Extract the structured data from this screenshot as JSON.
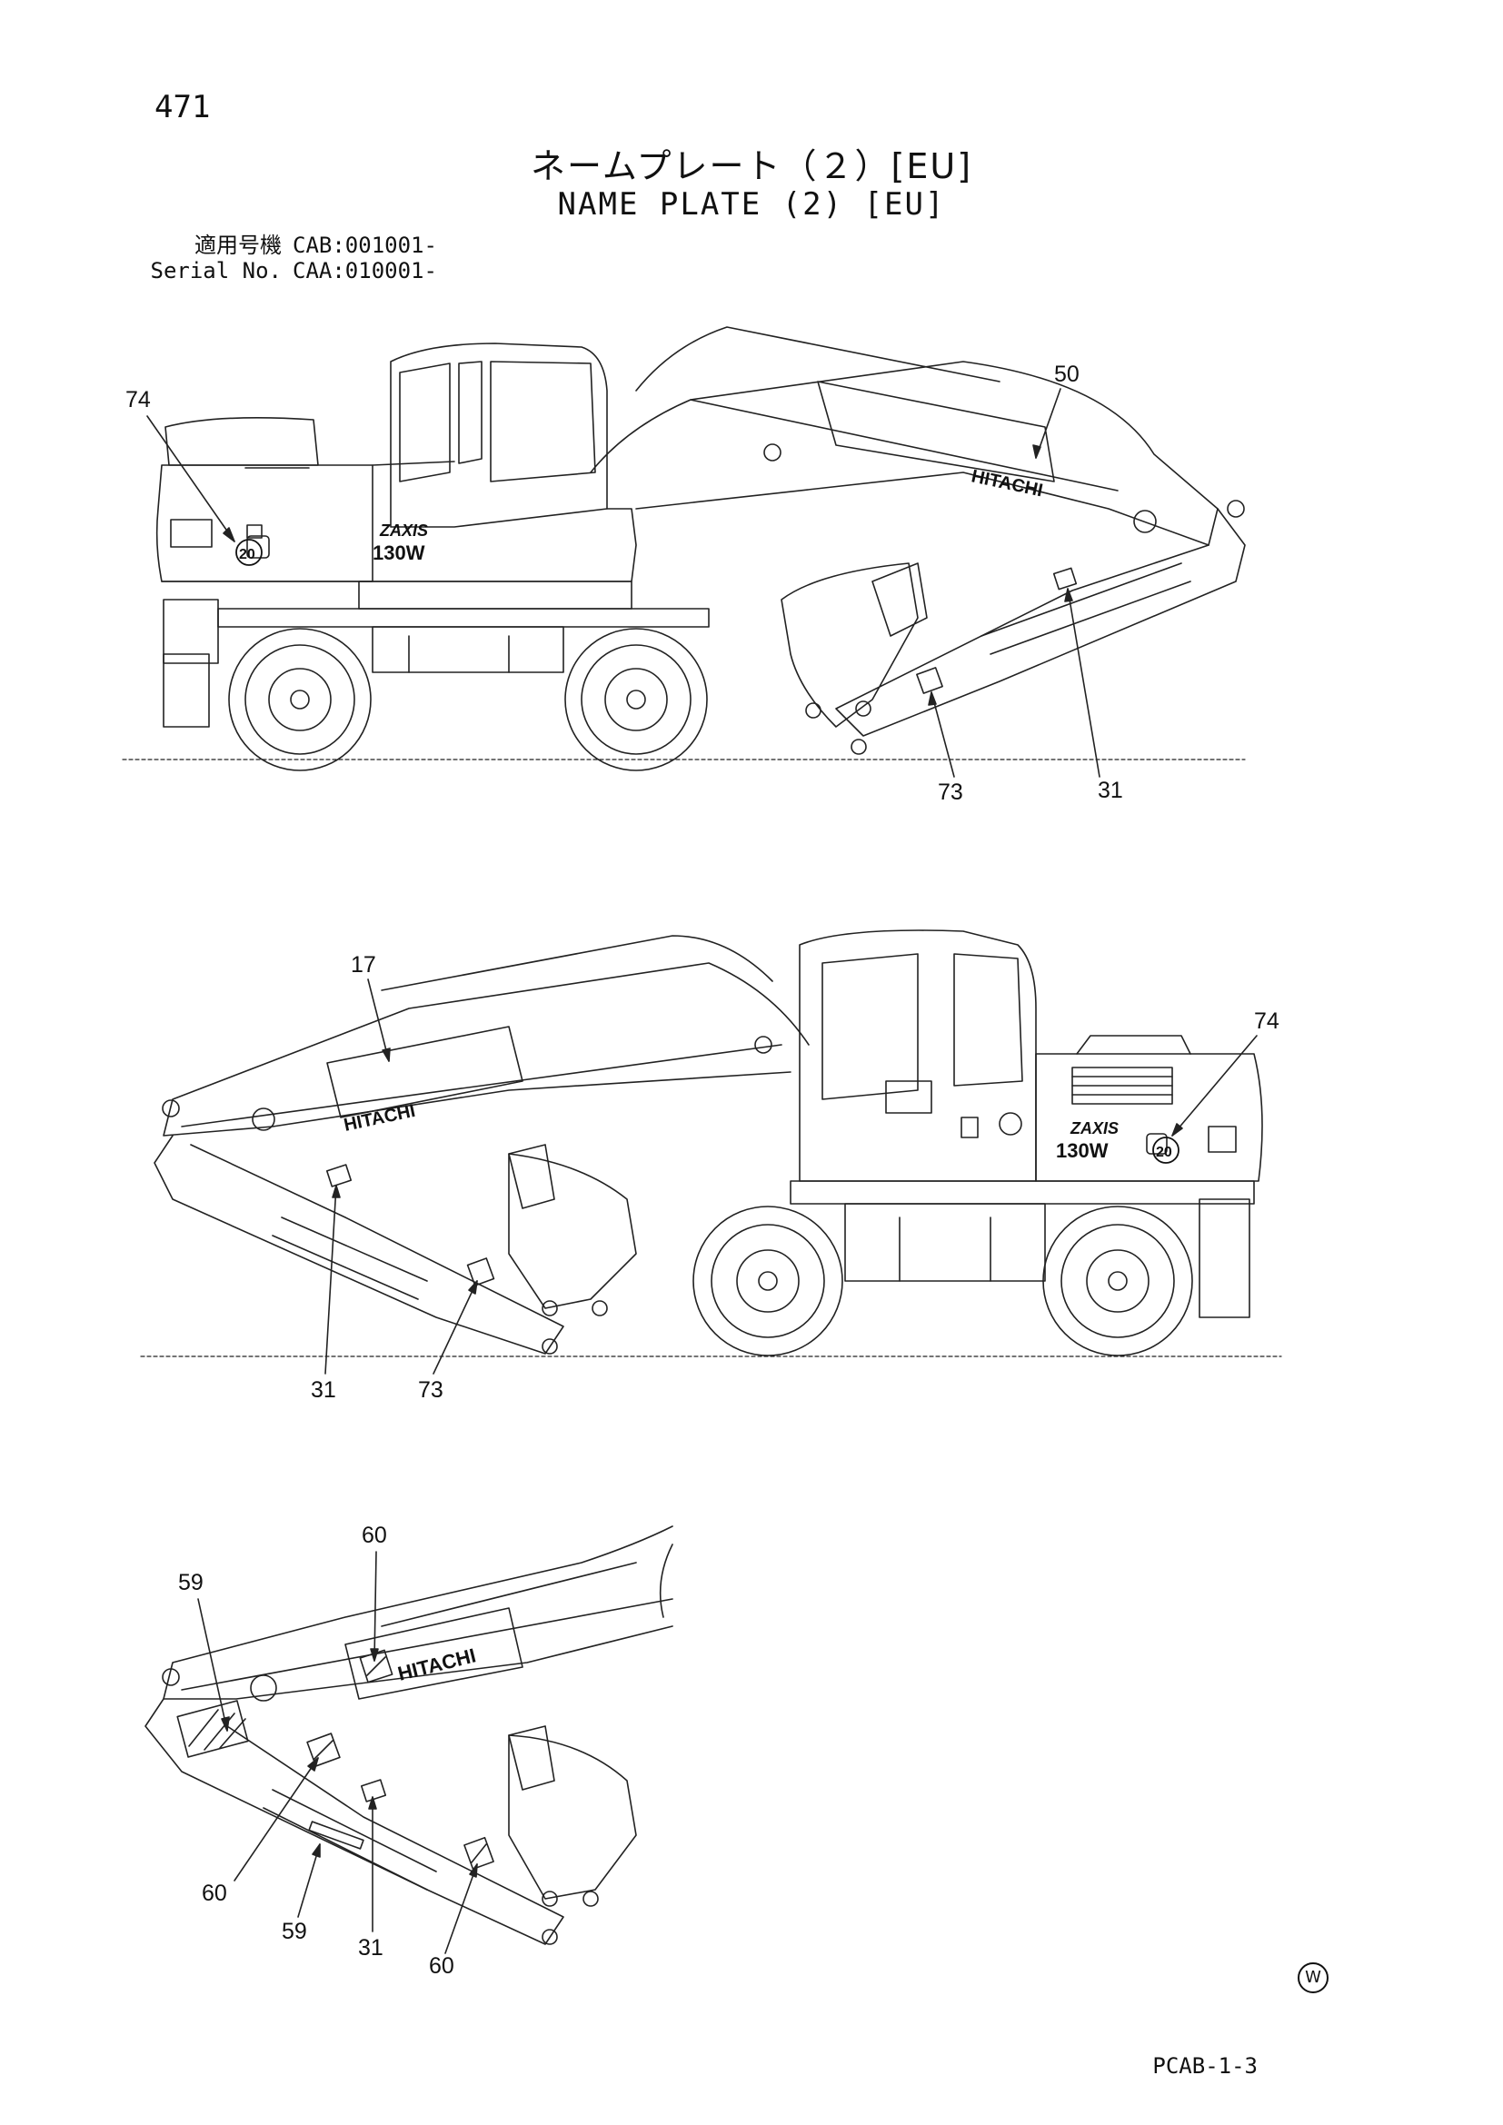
{
  "header": {
    "page_number": "471",
    "title_jp": "ネームプレート（２）[EU]",
    "title_en": "NAME PLATE (2) [EU]",
    "serial": [
      {
        "label": "適用号機",
        "value": "CAB:001001-"
      },
      {
        "label": "Serial No.",
        "value": "CAA:010001-"
      }
    ]
  },
  "drawings": {
    "view1": {
      "callouts": [
        "74",
        "50",
        "73",
        "31"
      ],
      "decals": {
        "brand": "HITACHI",
        "model_top": "ZAXIS",
        "model_bottom": "130W",
        "plate": "20"
      }
    },
    "view2": {
      "callouts": [
        "17",
        "74",
        "31",
        "73"
      ],
      "decals": {
        "brand": "HITACHI",
        "model_top": "ZAXIS",
        "model_bottom": "130W",
        "plate": "20"
      }
    },
    "view3": {
      "callouts": [
        "60",
        "59",
        "60",
        "59",
        "31",
        "60"
      ],
      "decals": {
        "brand": "HITACHI"
      }
    }
  },
  "footer": {
    "w_mark": "W",
    "page_code": "PCAB-1-3"
  }
}
